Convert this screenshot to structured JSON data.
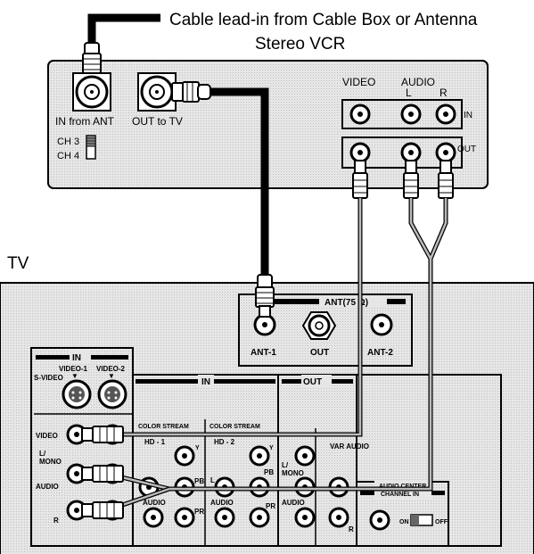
{
  "captions": {
    "cable_lead_in": "Cable lead-in from Cable Box or Antenna",
    "vcr_title": "Stereo VCR",
    "tv_title": "TV"
  },
  "vcr": {
    "in_from_ant": "IN from ANT",
    "out_to_tv": "OUT to TV",
    "ch3": "CH 3",
    "ch4": "CH 4",
    "video": "VIDEO",
    "audio": "AUDIO",
    "l": "L",
    "r": "R",
    "in": "IN",
    "out": "OUT"
  },
  "tv": {
    "ant_header": "ANT(75 Ω)",
    "ant1": "ANT-1",
    "ant_out": "OUT",
    "ant2": "ANT-2",
    "in_header": "IN",
    "video1": "VIDEO-1",
    "video2": "VIDEO-2",
    "svideo": "S-VIDEO",
    "video": "VIDEO",
    "l_mono": "L/\nMONO",
    "audio": "AUDIO",
    "r": "R",
    "in_section": "IN",
    "out_section": "OUT",
    "color_stream": "COLOR STREAM",
    "hd1": "HD - 1",
    "hd2": "HD - 2",
    "y": "Y",
    "pb": "PB",
    "pr": "PR",
    "l": "L",
    "var_audio": "VAR AUDIO",
    "audio_center": "AUDIO CENTER",
    "channel_in": "CHANNEL IN",
    "on": "ON",
    "off": "OFF"
  }
}
